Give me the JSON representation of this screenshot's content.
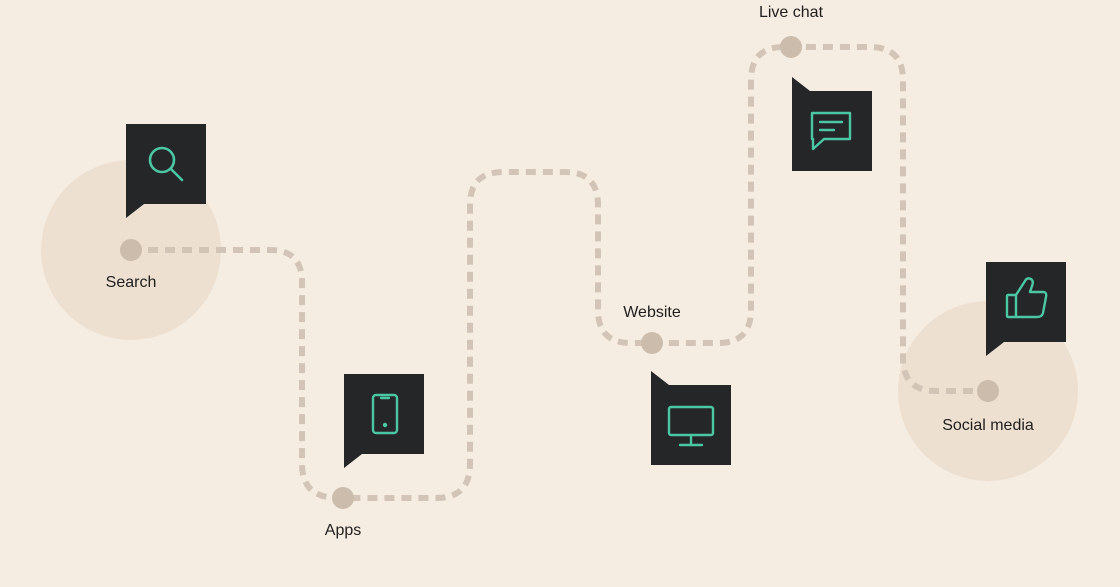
{
  "touchpoints": [
    {
      "label": "Search",
      "icon": "search-icon"
    },
    {
      "label": "Apps",
      "icon": "smartphone-icon"
    },
    {
      "label": "Website",
      "icon": "monitor-icon"
    },
    {
      "label": "Live chat",
      "icon": "chat-bubble-icon"
    },
    {
      "label": "Social media",
      "icon": "thumbs-up-icon"
    }
  ],
  "colors": {
    "background": "#f6ede2",
    "halo": "#ede0d1",
    "path": "#d2c5b7",
    "node": "#cbbcac",
    "card": "#242628",
    "icon": "#4cc7a4",
    "text": "#1e1e1e"
  }
}
